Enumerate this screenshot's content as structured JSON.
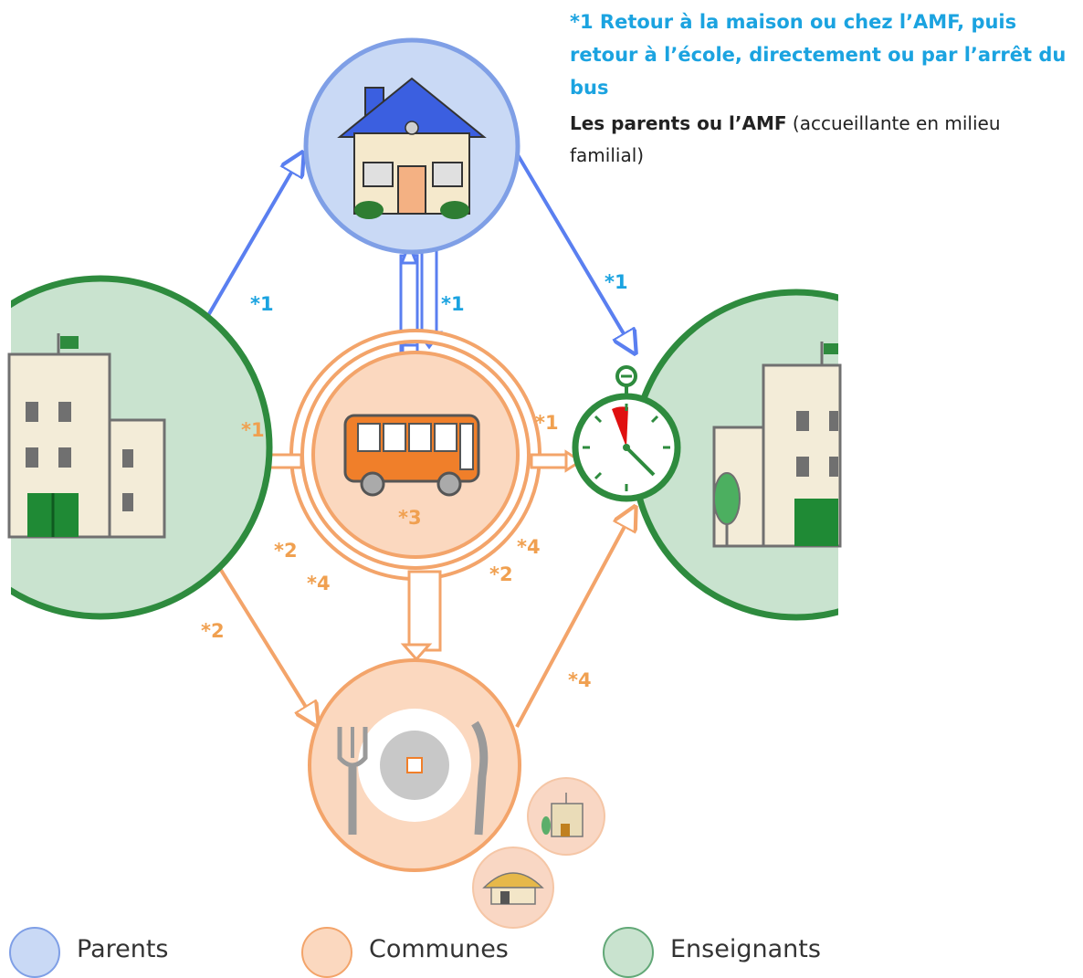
{
  "note": {
    "title": "*1 Retour à la maison ou chez l’AMF, puis retour à l’école, directement ou par l’arrêt du bus",
    "body_bold": "Les parents ou l’AMF",
    "body_rest": " (accueillante en milieu familial)"
  },
  "labels": {
    "blue_left": "*1",
    "blue_center": "*1",
    "blue_right": "*1",
    "orange_left_1": "*1",
    "orange_right_1": "*1",
    "bus_3": "*3",
    "left_2": "*2",
    "left_4": "*4",
    "right_4": "*4",
    "right_2": "*2",
    "bottom_left_2": "*2",
    "bottom_right_4": "*4"
  },
  "legend": [
    {
      "label": "Parents",
      "color": "#c9d9f5",
      "border": "#7f9fe6"
    },
    {
      "label": "Communes",
      "color": "#fbd8bf",
      "border": "#f3a46a"
    },
    {
      "label": "Enseignants",
      "color": "#c9e3cf",
      "border": "#62a877"
    }
  ],
  "colors": {
    "parents": "#5a7ff0",
    "communes": "#f3a46a",
    "enseignants": "#2e8b3e",
    "label_blue": "#1ba3e0",
    "label_orange": "#f0a050"
  },
  "icons": [
    "house-icon",
    "school-icon",
    "bus-icon",
    "plate-icon",
    "stopwatch-icon",
    "small-school-icon",
    "small-shelter-icon"
  ]
}
